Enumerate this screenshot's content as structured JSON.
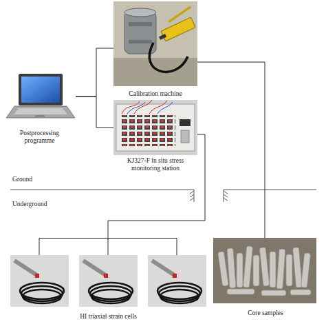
{
  "diagram": {
    "nodes": [
      {
        "text": [
          "Postprocessing programme"
        ]
      },
      {
        "text": [
          "Calibration machine"
        ]
      },
      {
        "text": [
          "KJ327-F in situ stress monitoring station"
        ]
      },
      {
        "text": [
          "HI triaxial strain cells"
        ]
      },
      {
        "text": [
          "Core samples"
        ]
      }
    ],
    "edges": [
      {
        "from": 0,
        "to": 1,
        "arrow": "none"
      },
      {
        "from": 0,
        "to": 2,
        "arrow": "none"
      },
      {
        "from": 2,
        "to": 3,
        "arrow": "none"
      },
      {
        "from": 1,
        "to": 4,
        "arrow": "none"
      }
    ],
    "labels": [
      "Ground",
      "Underground"
    ]
  }
}
